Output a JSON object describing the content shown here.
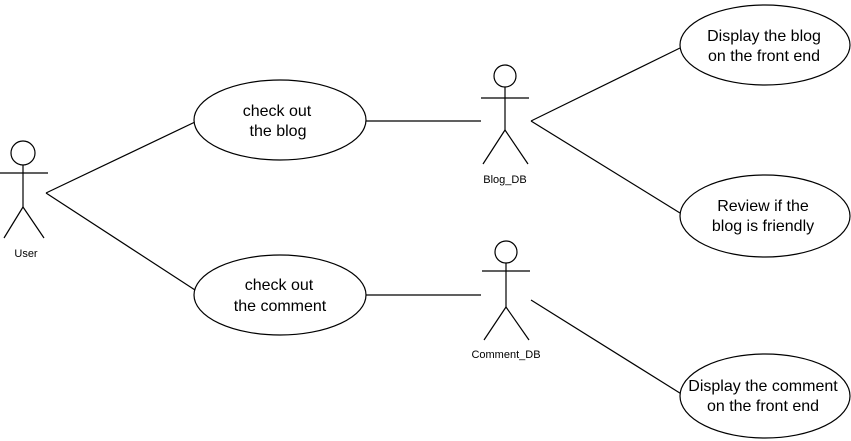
{
  "actors": {
    "user": {
      "label": "User"
    },
    "blog_db": {
      "label": "Blog_DB"
    },
    "comment_db": {
      "label": "Comment_DB"
    }
  },
  "use_cases": {
    "check_blog": {
      "line1": "check out",
      "line2": "the blog"
    },
    "check_comment": {
      "line1": "check out",
      "line2": "the comment"
    },
    "display_blog": {
      "line1": "Display the blog",
      "line2": "on the front end"
    },
    "review_blog": {
      "line1": "Review if the",
      "line2": "blog is friendly"
    },
    "display_comment": {
      "line1": "Display the comment",
      "line2": "on the front end"
    }
  },
  "connections": [
    {
      "from": "User",
      "to": "check out the blog"
    },
    {
      "from": "User",
      "to": "check out the comment"
    },
    {
      "from": "check out the blog",
      "to": "Blog_DB"
    },
    {
      "from": "check out the comment",
      "to": "Comment_DB"
    },
    {
      "from": "Blog_DB",
      "to": "Display the blog on the front end"
    },
    {
      "from": "Blog_DB",
      "to": "Review if the blog is friendly"
    },
    {
      "from": "Comment_DB",
      "to": "Display the comment on the front end"
    }
  ]
}
